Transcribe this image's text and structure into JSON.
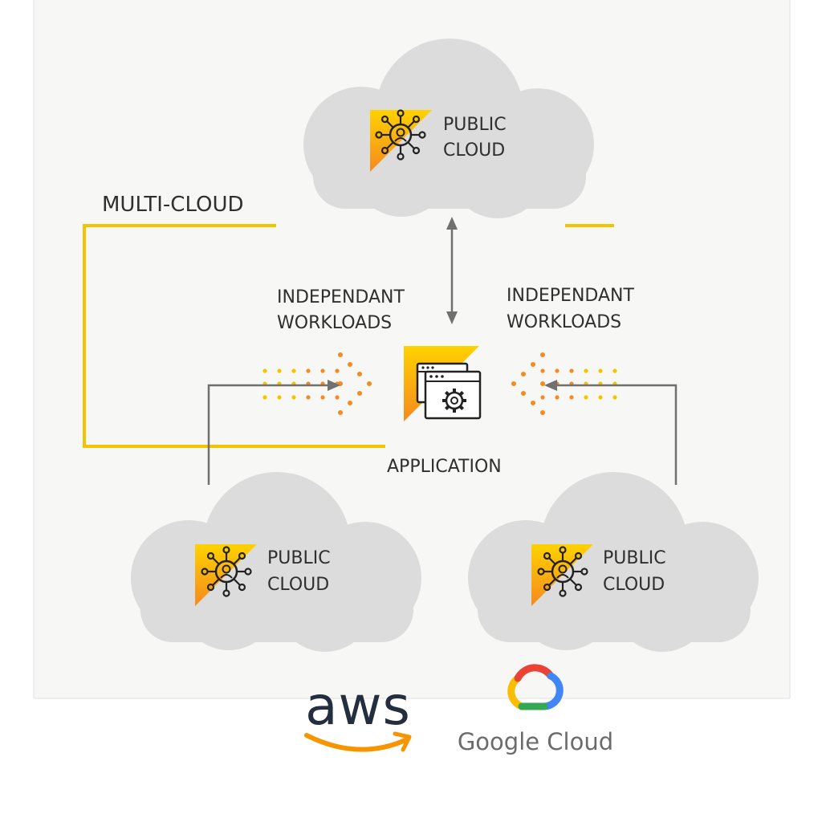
{
  "multi_cloud_label": "MULTI-CLOUD",
  "clouds": [
    {
      "line1": "PUBLIC",
      "line2": "CLOUD"
    },
    {
      "line1": "PUBLIC",
      "line2": "CLOUD"
    },
    {
      "line1": "PUBLIC",
      "line2": "CLOUD"
    }
  ],
  "workloads_left": {
    "line1": "INDEPENDANT",
    "line2": "WORKLOADS"
  },
  "workloads_right": {
    "line1": "INDEPENDANT",
    "line2": "WORKLOADS"
  },
  "application_label": "APPLICATION",
  "logos": {
    "aws": "aws",
    "google": "Google Cloud"
  },
  "colors": {
    "accent_yellow": "#f5c400",
    "accent_orange": "#f58a1f",
    "cloud_fill": "#dcdcdc",
    "panel_bg": "#f7f7f5",
    "arrow_gray": "#707070",
    "aws_orange": "#f79400",
    "aws_text": "#232f3e"
  }
}
